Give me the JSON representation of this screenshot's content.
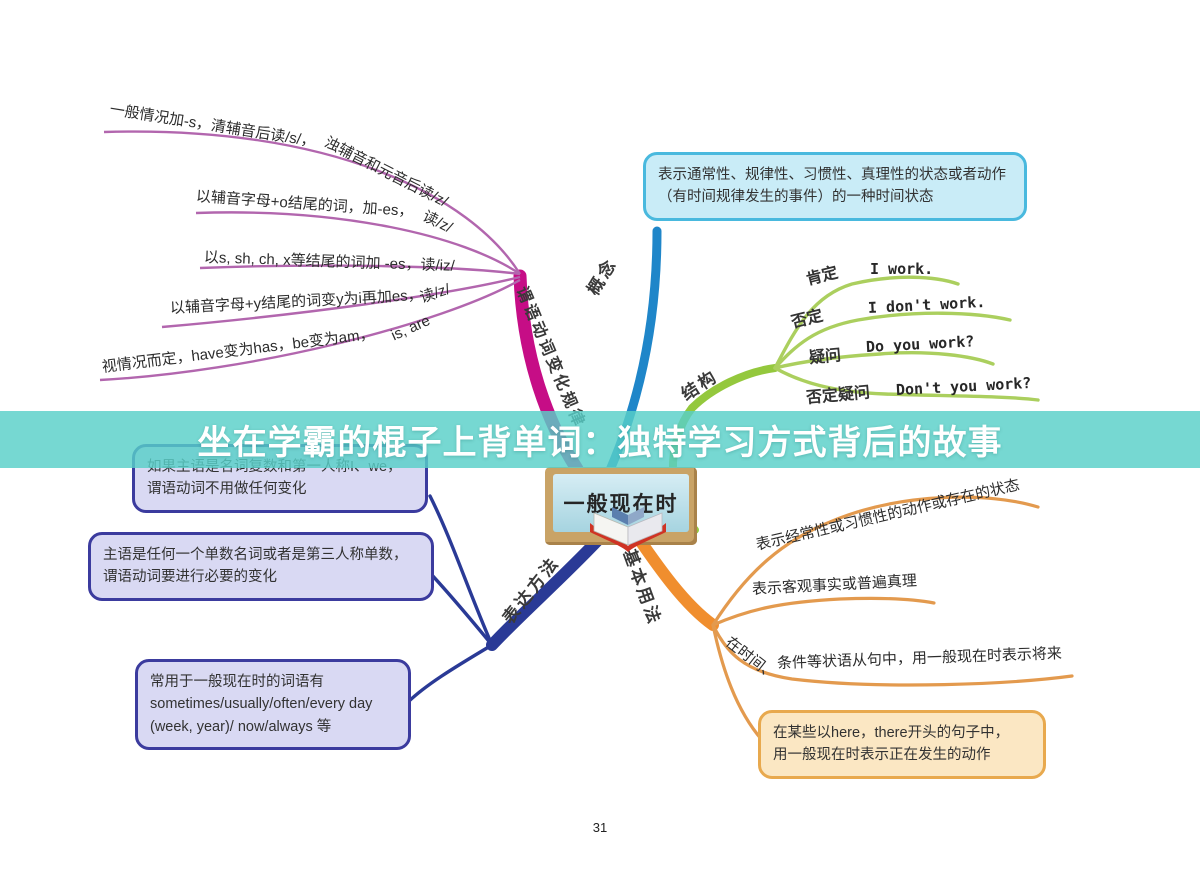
{
  "banner": {
    "text": "坐在学霸的棍子上背单词：独特学习方式背后的故事",
    "bg_color": "#58d0c8"
  },
  "center_topic": "一般现在时",
  "page_number": "31",
  "rules": {
    "label": "谓语动词变化规律",
    "color": "#c60d86",
    "leaves": [
      {
        "a": "一般情况加-s，清辅音后读/s/，",
        "b": "浊辅音和元音后读/z/"
      },
      {
        "a": "以辅音字母+o结尾的词，加-es，",
        "b": "读/z/"
      },
      {
        "a": "以s, sh, ch, x等结尾的词加 -es，读/iz/",
        "b": ""
      },
      {
        "a": "以辅音字母+y结尾的词变y为i再加es，",
        "b": "读/z/"
      },
      {
        "a": "视情况而定，have变为has，be变为am，",
        "b": "is, are"
      }
    ]
  },
  "concept": {
    "label": "概念",
    "color": "#1f86c9",
    "box_text": "表示通常性、规律性、习惯性、真理性的状态或者动作\n（有时间规律发生的事件）的一种时间状态"
  },
  "structure": {
    "label": "结构",
    "color": "#94c83d",
    "items": [
      {
        "type": "肯定",
        "example": "I work."
      },
      {
        "type": "否定",
        "example": "I don't work."
      },
      {
        "type": "疑问",
        "example": "Do you work?"
      },
      {
        "type": "否定疑问",
        "example": "Don't you work?"
      }
    ]
  },
  "expression": {
    "label": "表达方法",
    "color": "#2a3a96",
    "boxes": [
      "如果主语是名词复数和第一人称I、we，\n谓语动词不用做任何变化",
      "主语是任何一个单数名词或者是第三人称单数，\n谓语动词要进行必要的变化",
      "常用于一般现在时的词语有\nsometimes/usually/often/every day\n(week, year)/ now/always 等"
    ]
  },
  "usage": {
    "label": "基本用法",
    "color": "#f08e2e",
    "leaves": [
      {
        "a": "表示经常性或习惯性的动作或存在的状态",
        "b": ""
      },
      {
        "a": "表示客观事实或普遍真理",
        "b": ""
      },
      {
        "a": "在时间、",
        "b": "条件等状语从句中，用一般现在时表示将来"
      }
    ],
    "box_text": "在某些以here，there开头的句子中，\n用一般现在时表示正在发生的动作"
  }
}
